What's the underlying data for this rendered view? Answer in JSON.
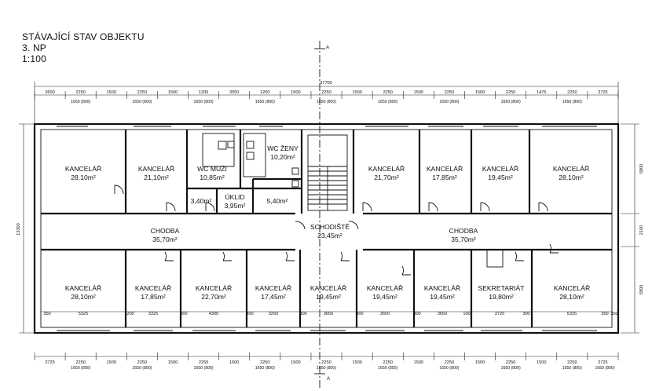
{
  "header": {
    "title": "STÁVAJÍCÍ STAV OBJEKTU",
    "floor": "3. NP",
    "scale": "1:100"
  },
  "section_marker": "A",
  "overall_dimension": "37700",
  "depth_dimensions": {
    "total": "13300",
    "top_wing": "5800",
    "corridor": "2100",
    "bottom_wing": "5800"
  },
  "rooms_top": [
    {
      "name": "KANCELÁŘ",
      "area": "28,10m²"
    },
    {
      "name": "KANCELÁŘ",
      "area": "21,10m²"
    },
    {
      "name": "WC MUŽI",
      "area": "10,85m²"
    },
    {
      "name": "WC ŽENY",
      "area": "10,20m²"
    },
    {
      "name": "KANCELÁŘ",
      "area": "21,70m²"
    },
    {
      "name": "KANCELÁŘ",
      "area": "17,85m²"
    },
    {
      "name": "KANCELÁŘ",
      "area": "19,45m²"
    },
    {
      "name": "KANCELÁŘ",
      "area": "28,10m²"
    }
  ],
  "rooms_service": [
    {
      "name": "",
      "area": "3,40m²"
    },
    {
      "name": "ÚKLID",
      "area": "3,95m²"
    },
    {
      "name": "",
      "area": "5,40m²"
    }
  ],
  "rooms_middle": [
    {
      "name": "CHODBA",
      "area": "35,70m²"
    },
    {
      "name": "SCHODIŠTĚ",
      "area": "23,45m²"
    },
    {
      "name": "CHODBA",
      "area": "35,70m²"
    }
  ],
  "rooms_bottom": [
    {
      "name": "KANCELÁŘ",
      "area": "28,10m²"
    },
    {
      "name": "KANCELÁŘ",
      "area": "17,85m²"
    },
    {
      "name": "KANCELÁŘ",
      "area": "22,70m²"
    },
    {
      "name": "KANCELÁŘ",
      "area": "17,45m²"
    },
    {
      "name": "KANCELÁŘ",
      "area": "19,45m²"
    },
    {
      "name": "KANCELÁŘ",
      "area": "19,45m²"
    },
    {
      "name": "KANCELÁŘ",
      "area": "19,45m²"
    },
    {
      "name": "SEKRETARIÁT",
      "area": "19,80m²"
    },
    {
      "name": "KANCELÁŘ",
      "area": "28,10m²"
    }
  ],
  "top_dim_labels": [
    "2600",
    "2250",
    "1500",
    "2250",
    "1500",
    "1200",
    "3550",
    "1200",
    "1500",
    "2250",
    "1500",
    "2250",
    "1500",
    "2250",
    "1500",
    "2250",
    "1475",
    "2250",
    "2725"
  ],
  "top_window_labels": [
    "1650 (800)",
    "1650 (800)",
    "1650 (800)",
    "1650 (800)",
    "1650 (800)",
    "1650 (800)",
    "1650 (800)",
    "1650 (800)",
    "1650 (800)"
  ],
  "bottom_dim_labels": [
    "2725",
    "2250",
    "1500",
    "2250",
    "1500",
    "2250",
    "1500",
    "2250",
    "1500",
    "2250",
    "1500",
    "2250",
    "1500",
    "2250",
    "1500",
    "2250",
    "1500",
    "2250",
    "2725"
  ],
  "bottom_window_labels": [
    "1650 (800)",
    "1650 (800)",
    "1650 (800)",
    "1650 (800)",
    "1650 (800)",
    "1650 (800)",
    "1650 (800)",
    "1650 (800)",
    "1650 (800)",
    "1650 (800)"
  ],
  "inner_dim_labels": [
    "350",
    "5325",
    "200",
    "3325",
    "300",
    "4300",
    "300",
    "3250",
    "300",
    "3650",
    "300",
    "3650",
    "300",
    "3650",
    "100",
    "3725",
    "300",
    "5325",
    "300",
    "350"
  ]
}
